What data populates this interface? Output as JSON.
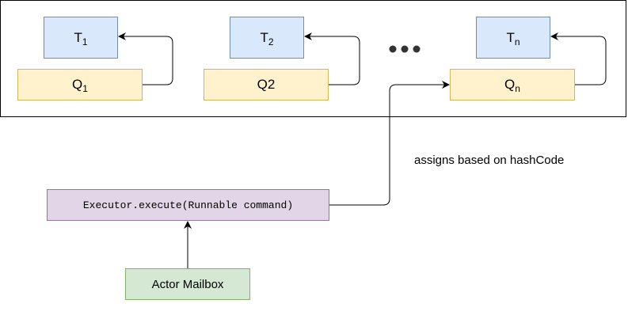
{
  "workers": [
    {
      "thread_base": "T",
      "thread_sub": "1",
      "queue_base": "Q",
      "queue_sub": "1"
    },
    {
      "thread_base": "T",
      "thread_sub": "2",
      "queue_base": "Q",
      "queue_sub": "2"
    },
    {
      "thread_base": "T",
      "thread_sub": "n",
      "queue_base": "Q",
      "queue_sub": "n"
    }
  ],
  "ellipsis_icon": "three-dots",
  "executor_label": "Executor.execute(Runnable command)",
  "mailbox_label": "Actor Mailbox",
  "edge_label": "assigns based on hashCode",
  "colors": {
    "thread_fill": "#dae8fc",
    "thread_stroke": "#6c8ebf",
    "queue_fill": "#fff2cc",
    "queue_stroke": "#d6b656",
    "executor_fill": "#e1d5e7",
    "executor_stroke": "#9673a6",
    "mailbox_fill": "#d5e8d4",
    "mailbox_stroke": "#82b366"
  }
}
